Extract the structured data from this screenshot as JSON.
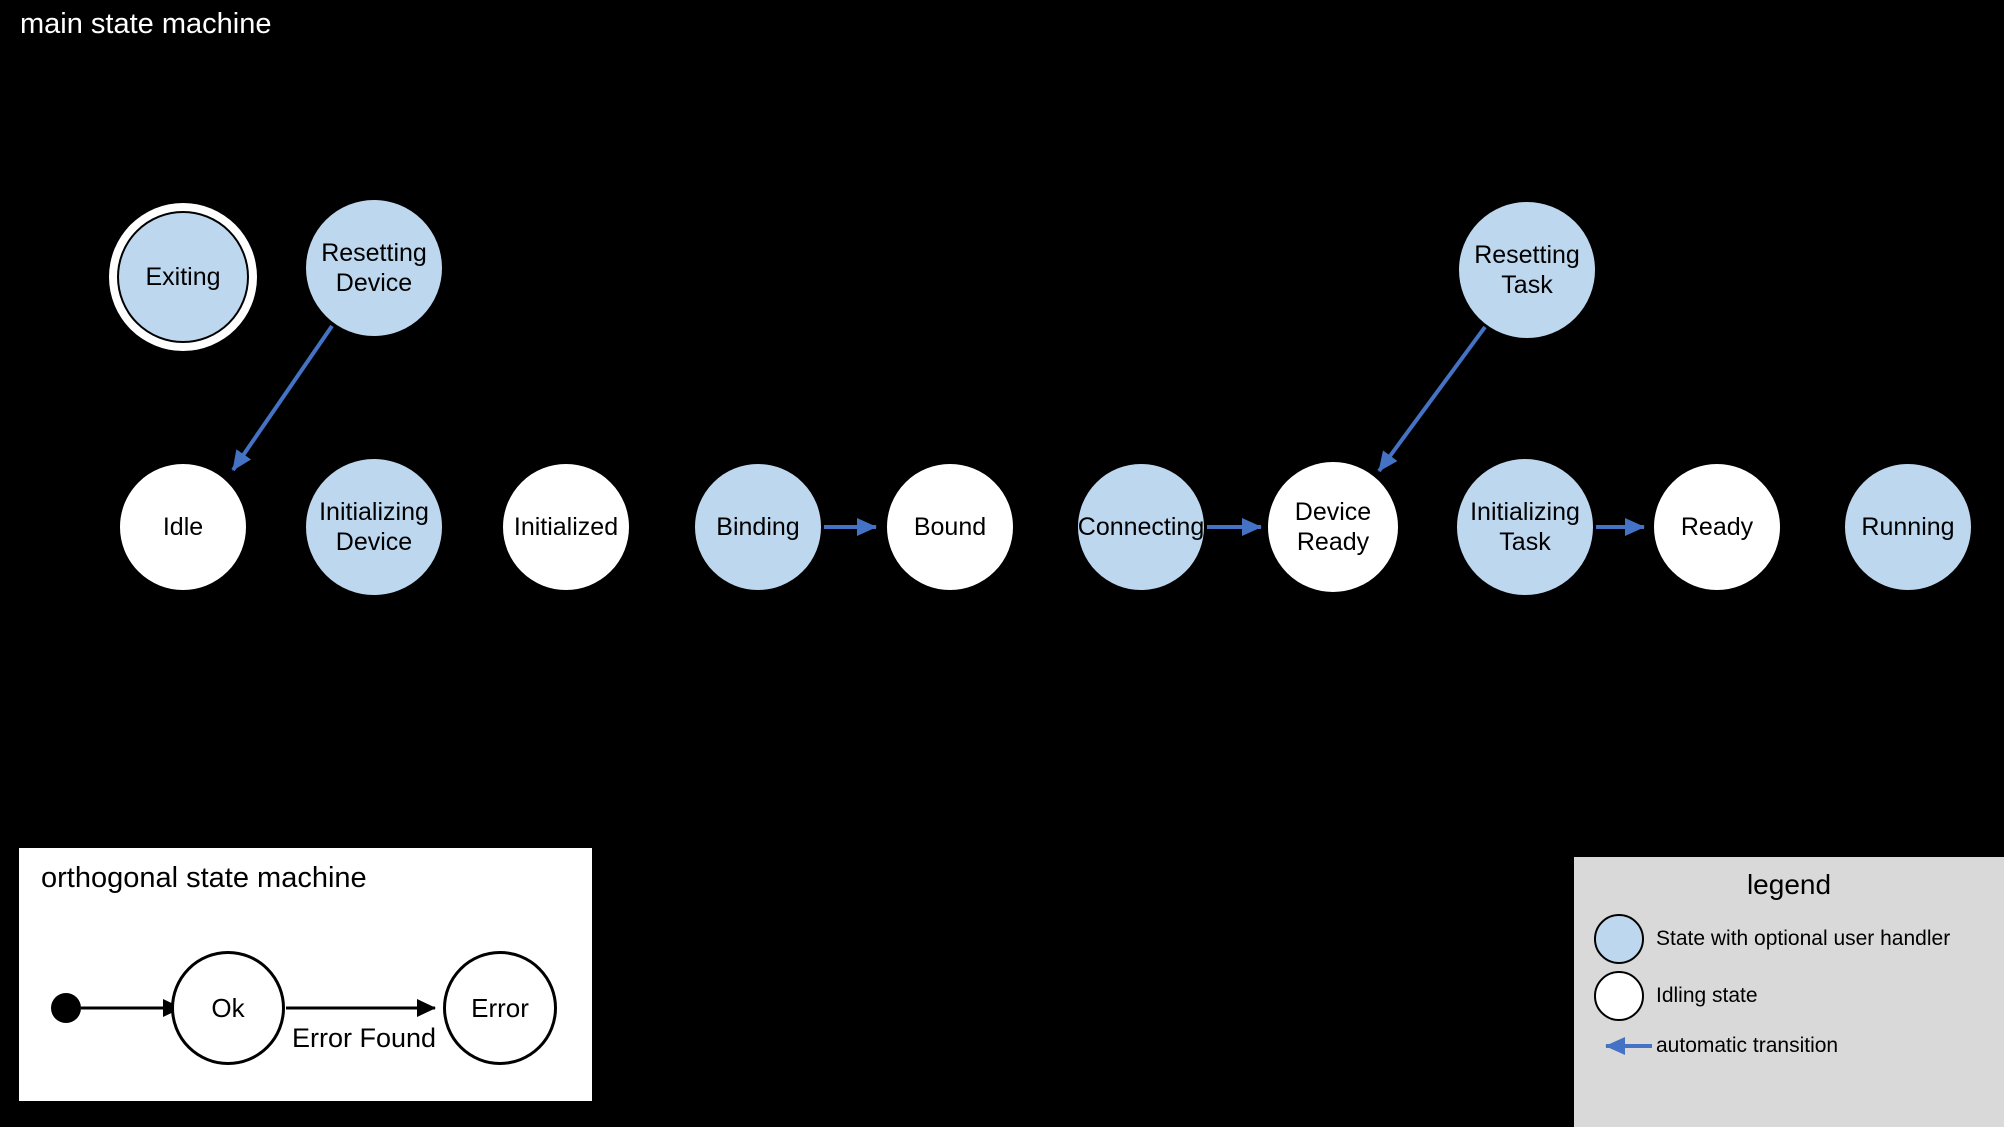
{
  "colors": {
    "background": "#000000",
    "state_blue": "#BDD7EE",
    "state_white": "#FFFFFF",
    "transition_blue": "#4472C4",
    "legend_bg": "#D9D9D9",
    "ink": "#000000",
    "title_ink": "#FFFFFF"
  },
  "main_machine": {
    "title": "main state machine",
    "states": [
      {
        "id": "exiting",
        "lines": [
          "Exiting"
        ],
        "type": "handler",
        "double_ring": true
      },
      {
        "id": "resetting-device",
        "lines": [
          "Resetting",
          "Device"
        ],
        "type": "handler"
      },
      {
        "id": "resetting-task",
        "lines": [
          "Resetting",
          "Task"
        ],
        "type": "handler"
      },
      {
        "id": "idle",
        "lines": [
          "Idle"
        ],
        "type": "idling"
      },
      {
        "id": "initializing-device",
        "lines": [
          "Initializing",
          "Device"
        ],
        "type": "handler"
      },
      {
        "id": "initialized",
        "lines": [
          "Initialized"
        ],
        "type": "idling"
      },
      {
        "id": "binding",
        "lines": [
          "Binding"
        ],
        "type": "handler"
      },
      {
        "id": "bound",
        "lines": [
          "Bound"
        ],
        "type": "idling"
      },
      {
        "id": "connecting",
        "lines": [
          "Connecting"
        ],
        "type": "handler"
      },
      {
        "id": "device-ready",
        "lines": [
          "Device",
          "Ready"
        ],
        "type": "idling"
      },
      {
        "id": "initializing-task",
        "lines": [
          "Initializing",
          "Task"
        ],
        "type": "handler"
      },
      {
        "id": "ready",
        "lines": [
          "Ready"
        ],
        "type": "idling"
      },
      {
        "id": "running",
        "lines": [
          "Running"
        ],
        "type": "handler"
      }
    ],
    "transitions": [
      {
        "from": "resetting-device",
        "to": "idle",
        "kind": "automatic"
      },
      {
        "from": "binding",
        "to": "bound",
        "kind": "automatic"
      },
      {
        "from": "connecting",
        "to": "device-ready",
        "kind": "automatic"
      },
      {
        "from": "resetting-task",
        "to": "device-ready",
        "kind": "automatic"
      },
      {
        "from": "initializing-task",
        "to": "ready",
        "kind": "automatic"
      }
    ]
  },
  "orthogonal_machine": {
    "title": "orthogonal state machine",
    "states": [
      {
        "id": "ok",
        "label": "Ok"
      },
      {
        "id": "error",
        "label": "Error"
      }
    ],
    "transitions": [
      {
        "from": "initial",
        "to": "ok",
        "label": ""
      },
      {
        "from": "ok",
        "to": "error",
        "label": "Error Found"
      }
    ]
  },
  "legend": {
    "title": "legend",
    "items": [
      {
        "swatch": "blue-state",
        "label": "State with optional user handler"
      },
      {
        "swatch": "idling-state",
        "label": "Idling state"
      },
      {
        "swatch": "blue-arrow",
        "label": "automatic transition"
      }
    ]
  }
}
